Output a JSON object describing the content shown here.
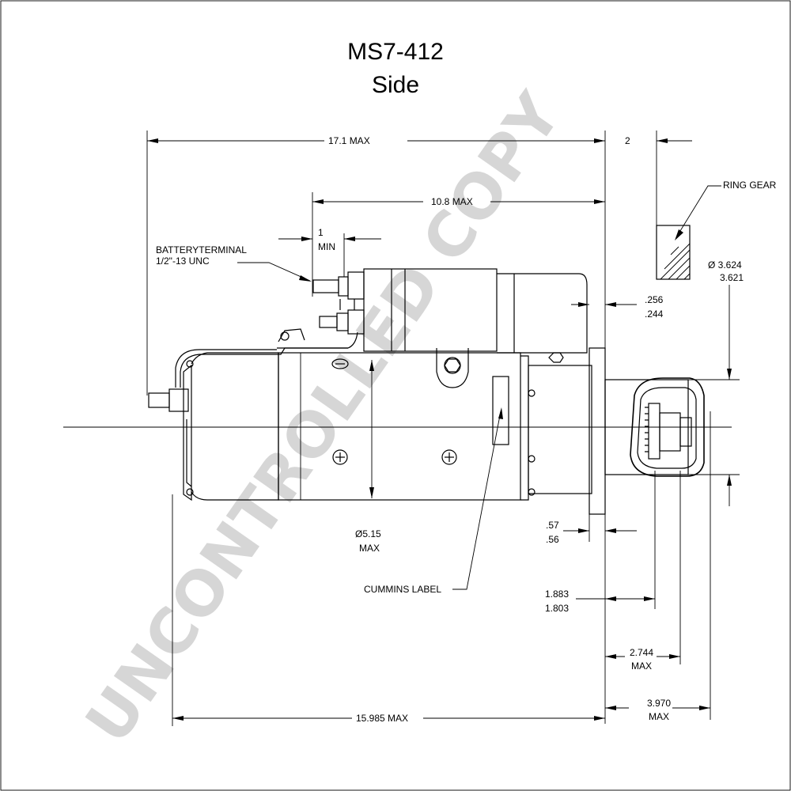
{
  "title": {
    "model": "MS7-412",
    "view": "Side"
  },
  "watermark": "UNCONTROLLED COPY",
  "labels": {
    "overall_length": "17.1 MAX",
    "flange_gap": "2",
    "solenoid_length": "10.8   MAX",
    "ring_gear": "RING GEAR",
    "min_value": "1",
    "min_unit": "MIN",
    "battery_terminal_line1": "BATTERYTERMINAL",
    "battery_terminal_line2": "1/2\"-13 UNC",
    "pilot_dia_1": "Ø  3.624",
    "pilot_dia_2": "3.621",
    "flange_thk_1": ".256",
    "flange_thk_2": ".244",
    "motor_dia_1": "Ø5.15",
    "motor_dia_2": "MAX",
    "offset_1": ".57",
    "offset_2": ".56",
    "cummins_label": "CUMMINS LABEL",
    "pinion_1": "1.883",
    "pinion_2": "1.803",
    "nose_1": "2.744",
    "nose_2": "MAX",
    "front_1": "3.970",
    "front_2": "MAX",
    "body_length": "15.985 MAX"
  },
  "colors": {
    "line": "#000000",
    "watermark": "#cfcfcf",
    "background": "#ffffff"
  }
}
